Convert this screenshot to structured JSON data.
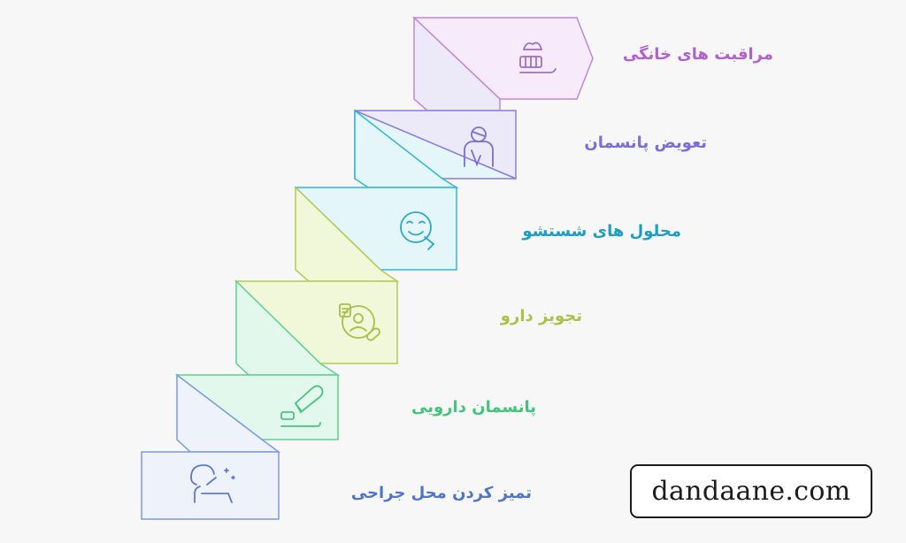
{
  "steps": [
    {
      "label": "مراقبت های خانگی",
      "color": "#b35fd1",
      "icon": "toothbrush-icon"
    },
    {
      "label": "تعویض پانسمان",
      "color": "#7c6ed8",
      "icon": "bandaged-person-icon"
    },
    {
      "label": "محلول های شستشو",
      "color": "#1c9ec3",
      "icon": "smiling-face-icon"
    },
    {
      "label": "تجویز دارو",
      "color": "#a9c24a",
      "icon": "prescription-pill-icon"
    },
    {
      "label": "پانسمان دارویی",
      "color": "#41c47c",
      "icon": "toothpaste-tube-icon"
    },
    {
      "label": "تمیز کردن محل جراحی",
      "color": "#4f74cf",
      "icon": "dentist-patient-icon"
    }
  ],
  "watermark": "dandaane.com"
}
